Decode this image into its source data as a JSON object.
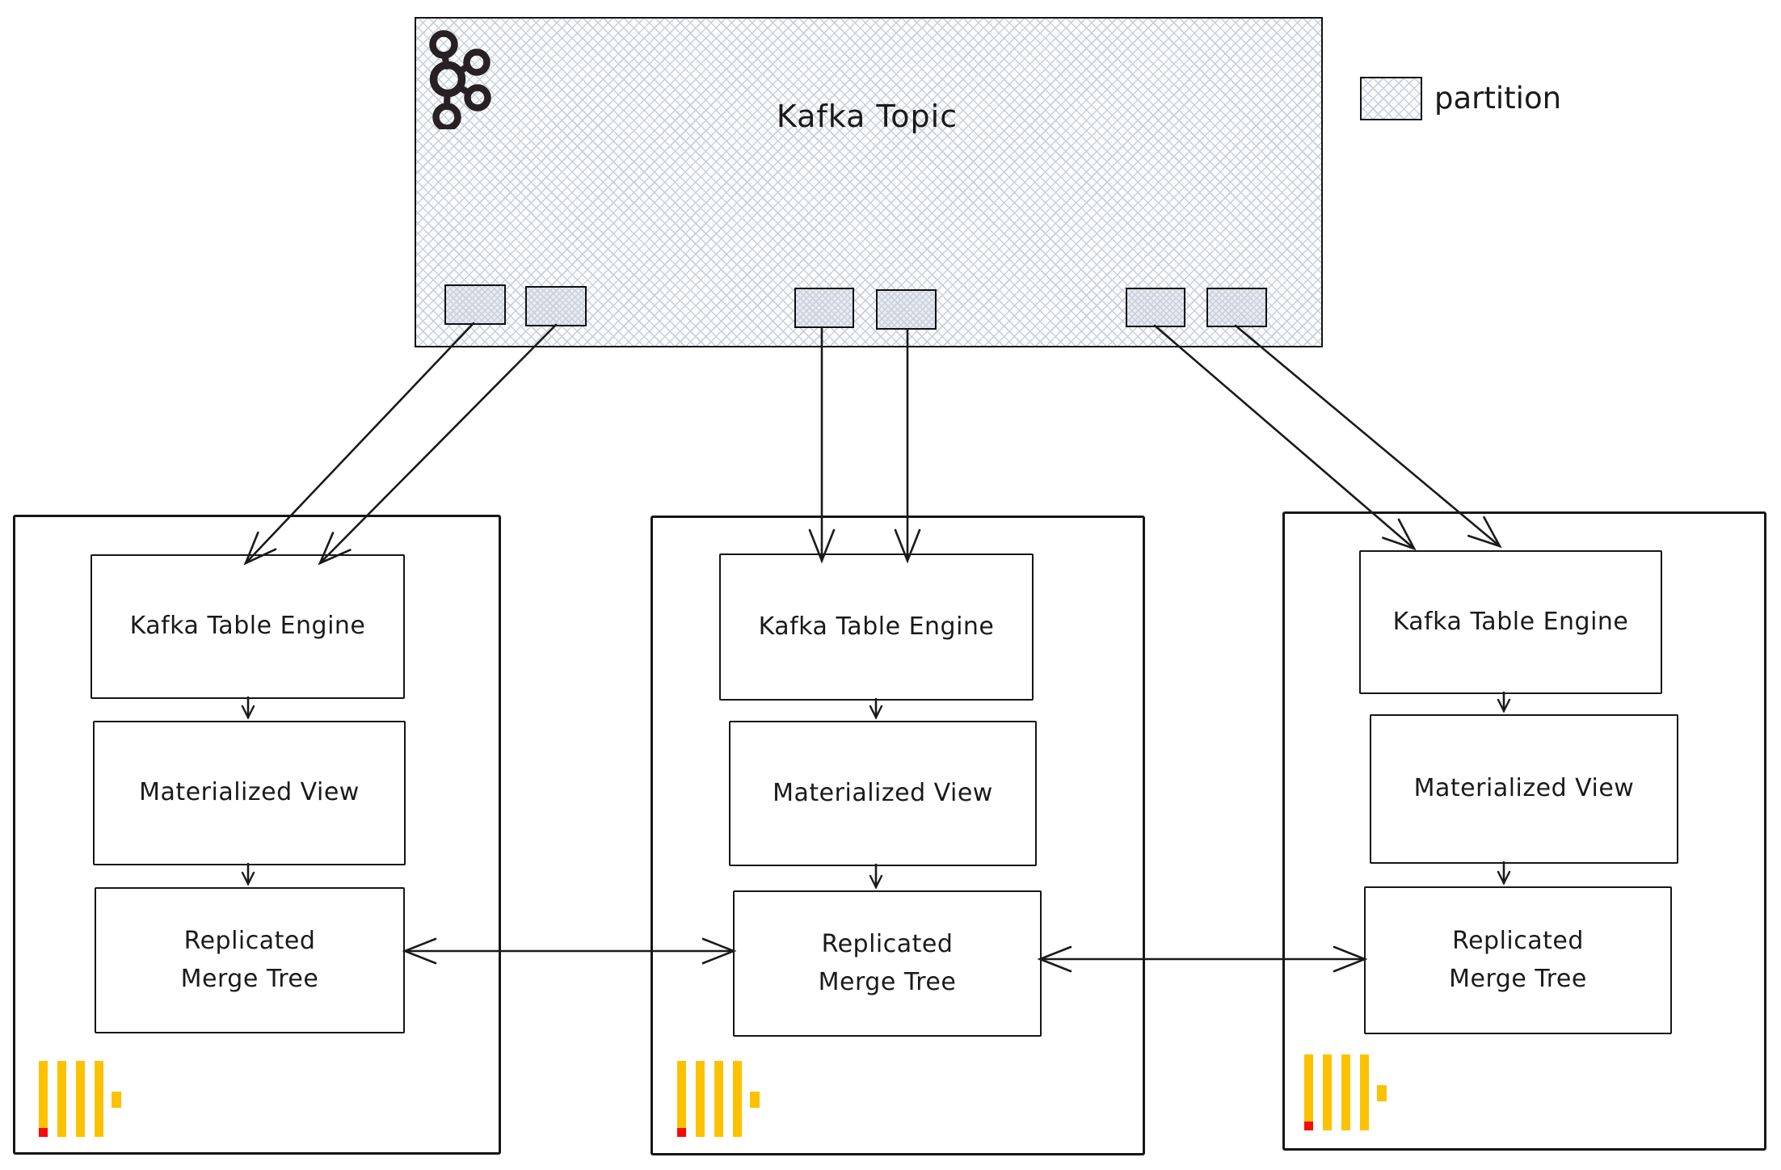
{
  "kafka_topic": {
    "title": "Kafka Topic",
    "icon": "kafka-logo",
    "partition_count": 6
  },
  "legend": {
    "label": "partition",
    "swatch_icon": "crosshatch-swatch"
  },
  "servers": [
    {
      "kafka_table_engine": "Kafka Table Engine",
      "materialized_view": "Materialized View",
      "replicated_merge_tree_line1": "Replicated",
      "replicated_merge_tree_line2": "Merge Tree",
      "logo_icon": "clickhouse-logo"
    },
    {
      "kafka_table_engine": "Kafka Table Engine",
      "materialized_view": "Materialized View",
      "replicated_merge_tree_line1": "Replicated",
      "replicated_merge_tree_line2": "Merge Tree",
      "logo_icon": "clickhouse-logo"
    },
    {
      "kafka_table_engine": "Kafka Table Engine",
      "materialized_view": "Materialized View",
      "replicated_merge_tree_line1": "Replicated",
      "replicated_merge_tree_line2": "Merge Tree",
      "logo_icon": "clickhouse-logo"
    }
  ],
  "colors": {
    "hatch_line": "#c9d0dc",
    "ink": "#1a1a1a",
    "clickhouse_yellow": "#fcc200",
    "clickhouse_red": "#f60b0b",
    "diagram_bg": "#ffffff"
  }
}
